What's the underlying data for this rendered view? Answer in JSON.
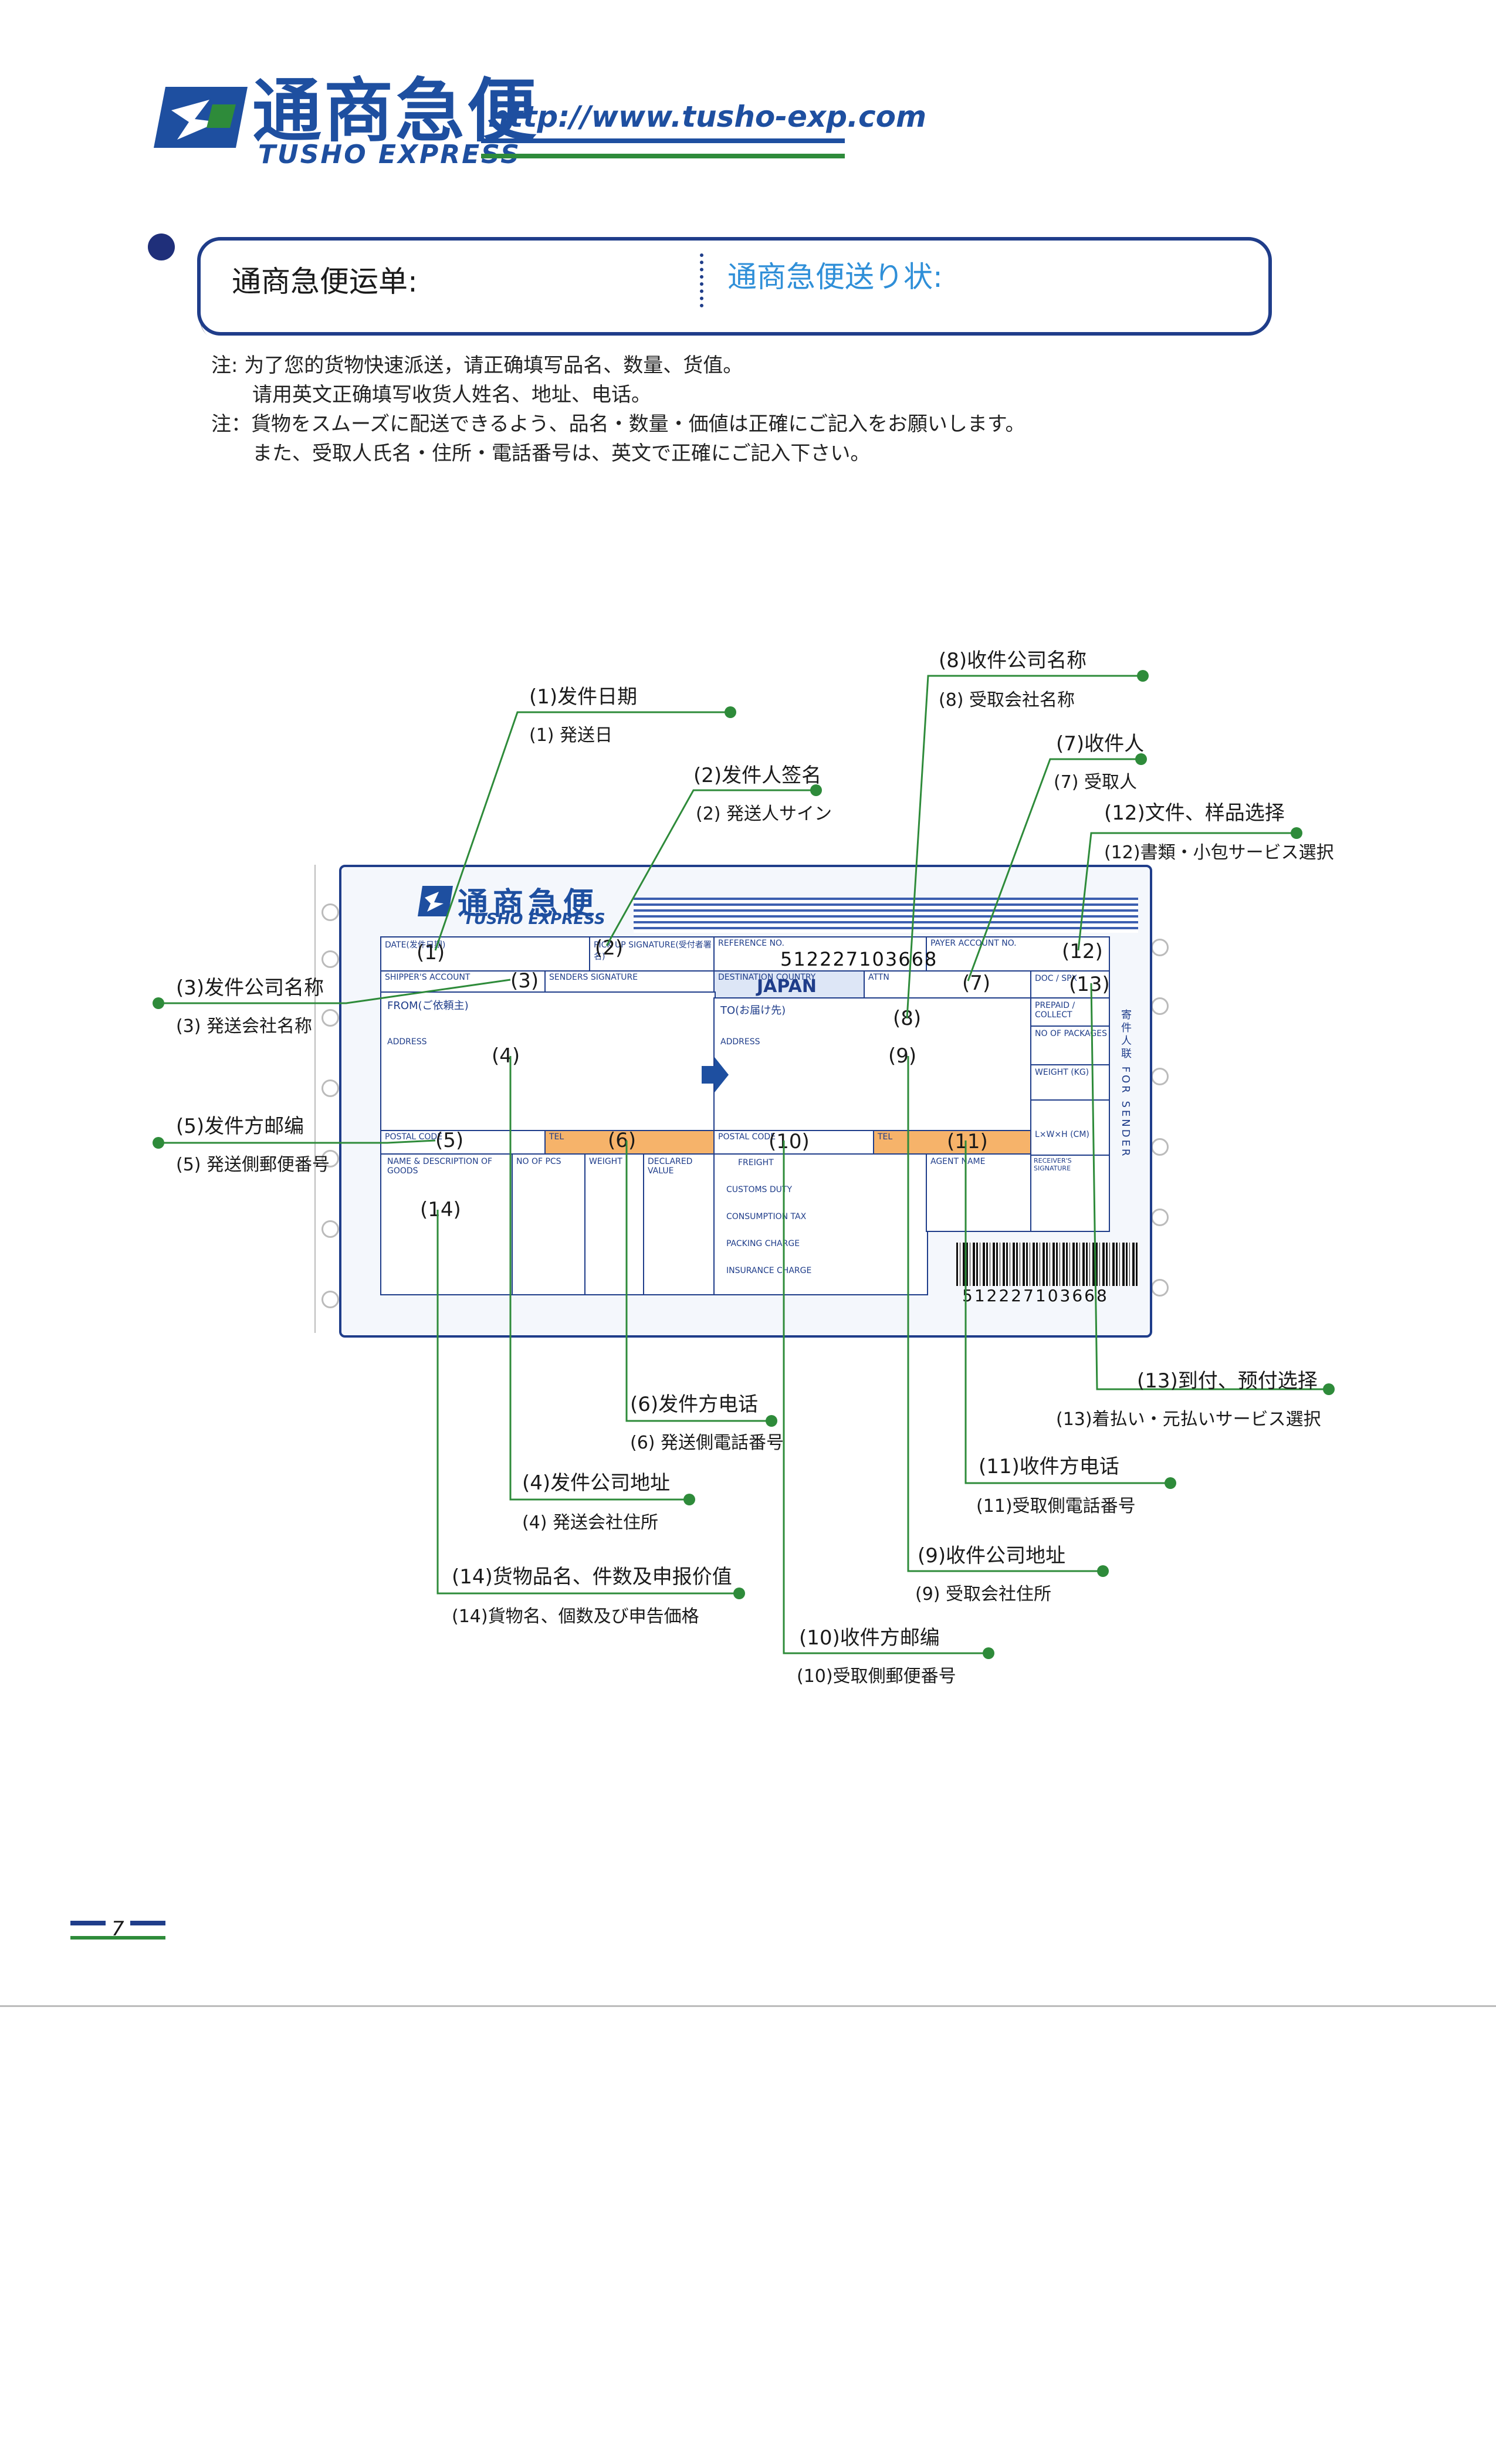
{
  "header": {
    "logo_cn": "通商急便",
    "logo_en": "TUSHO EXPRESS",
    "url": "http://www.tusho-exp.com"
  },
  "title": {
    "cn": "通商急便运单:",
    "jp": "通商急便送り状:"
  },
  "notes": [
    "注: 为了您的货物快速派送，请正确填写品名、数量、货值。",
    "请用英文正确填写收货人姓名、地址、电话。",
    "注：貨物をスムーズに配送できるよう、品名・数量・価値は正確にご記入をお願いします。",
    "また、受取人氏名・住所・電話番号は、英文で正確にご記入下さい。"
  ],
  "waybill": {
    "logo_cn": "通商急便",
    "logo_en": "TUSHO EXPRESS",
    "reference_no": "512227103668",
    "destination": "JAPAN",
    "barcode_number": "512227103668",
    "side_text": "寄件人联 FOR SENDER",
    "fields": {
      "date": "DATE(发件日期)",
      "pickup": "PICK UP SIGNATURE(受付者署名)",
      "reference": "REFERENCE NO.",
      "payer": "PAYER ACCOUNT NO.",
      "shipper": "SHIPPER'S ACCOUNT",
      "senders_sig": "SENDERS SIGNATURE",
      "dest_country": "DESTINATION COUNTRY",
      "attn": "ATTN",
      "from": "FROM(ご依頼主)",
      "to": "TO(お届け先)",
      "address": "ADDRESS",
      "postal": "POSTAL CODE",
      "tel": "TEL",
      "goods": "NAME & DESCRIPTION OF GOODS",
      "pcs": "NO OF PCS",
      "weight": "WEIGHT",
      "value": "DECLARED VALUE",
      "freight": "FREIGHT",
      "customs": "CUSTOMS DUTY",
      "consumption": "CONSUMPTION TAX",
      "packing": "PACKING CHARGE",
      "insurance": "INSURANCE CHARGE",
      "agent": "AGENT NAME",
      "receiver": "RECEIVER'S SIGNATURE",
      "doc": "DOC / SPX",
      "prepaid": "PREPAID / COLLECT",
      "packages": "NO OF PACKAGES",
      "wkg": "WEIGHT (KG)",
      "dims": "L×W×H (CM)"
    },
    "markers": [
      "(1)",
      "(2)",
      "(3)",
      "(4)",
      "(5)",
      "(6)",
      "(7)",
      "(8)",
      "(9)",
      "(10)",
      "(11)",
      "(12)",
      "(13)",
      "(14)"
    ]
  },
  "callouts": [
    {
      "cn": "(1)发件日期",
      "jp": "(1) 発送日"
    },
    {
      "cn": "(2)发件人签名",
      "jp": "(2) 発送人サイン"
    },
    {
      "cn": "(3)发件公司名称",
      "jp": "(3) 発送会社名称"
    },
    {
      "cn": "(4)发件公司地址",
      "jp": "(4) 発送会社住所"
    },
    {
      "cn": "(5)发件方邮编",
      "jp": "(5) 発送側郵便番号"
    },
    {
      "cn": "(6)发件方电话",
      "jp": "(6) 発送側電話番号"
    },
    {
      "cn": "(7)收件人",
      "jp": "(7) 受取人"
    },
    {
      "cn": "(8)收件公司名称",
      "jp": "(8) 受取会社名称"
    },
    {
      "cn": "(9)收件公司地址",
      "jp": "(9) 受取会社住所"
    },
    {
      "cn": "(10)收件方邮编",
      "jp": "(10)受取側郵便番号"
    },
    {
      "cn": "(11)收件方电话",
      "jp": "(11)受取側電話番号"
    },
    {
      "cn": "(12)文件、样品选择",
      "jp": "(12)書類・小包サービス選択"
    },
    {
      "cn": "(13)到付、预付选择",
      "jp": "(13)着払い・元払いサービス選択"
    },
    {
      "cn": "(14)货物品名、件数及申报价值",
      "jp": "(14)貨物名、個数及び申告価格"
    }
  ],
  "page_number": "7",
  "colors": {
    "brand": "#1e4fa0",
    "accent_green": "#2e8b3a",
    "tel_fill": "#f6b36a"
  }
}
